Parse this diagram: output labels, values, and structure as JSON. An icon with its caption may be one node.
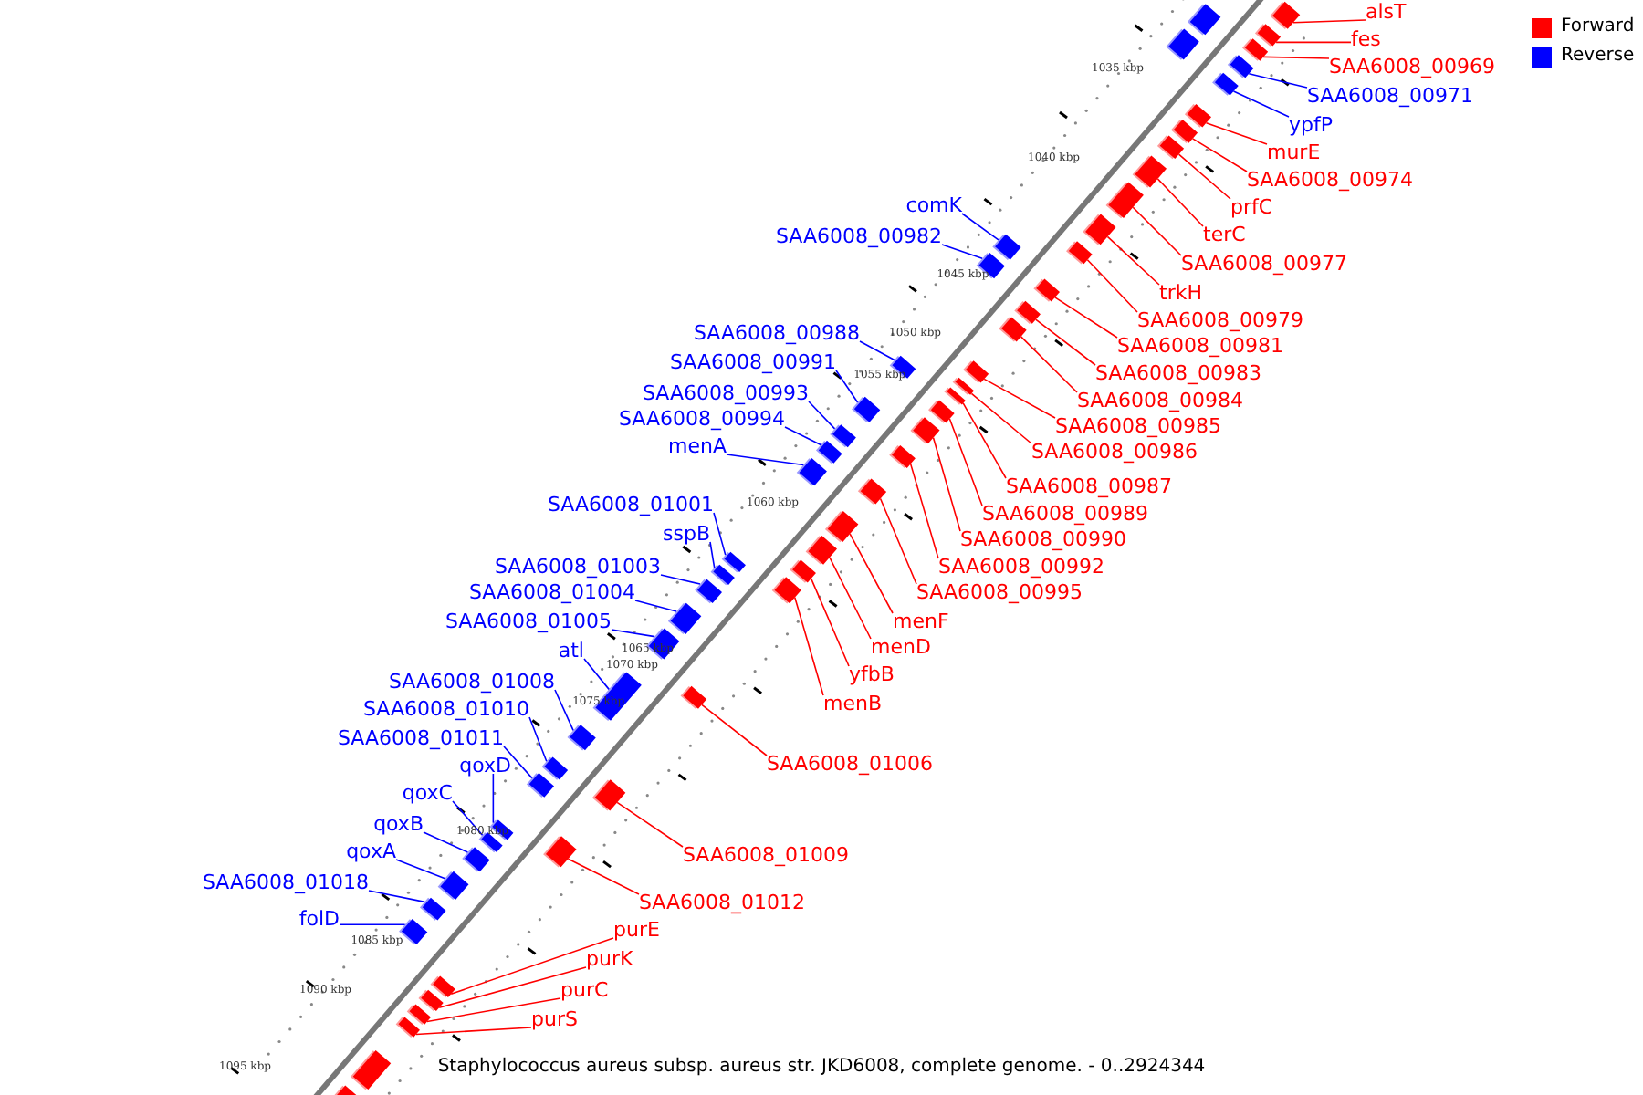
{
  "diagram": {
    "caption": "Staphylococcus aureus subsp. aureus str. JKD6008, complete genome. - 0..2924344",
    "nodes": [
      {
        "text": [
          "alsT"
        ]
      },
      {
        "text": [
          "fes"
        ]
      },
      {
        "text": [
          "SAA6008_00969"
        ]
      },
      {
        "text": [
          "SAA6008_00971"
        ]
      },
      {
        "text": [
          "ypfP"
        ]
      },
      {
        "text": [
          "murE"
        ]
      },
      {
        "text": [
          "SAA6008_00974"
        ]
      },
      {
        "text": [
          "comK"
        ]
      },
      {
        "text": [
          "prfC"
        ]
      },
      {
        "text": [
          "SAA6008_00982"
        ]
      },
      {
        "text": [
          "terC"
        ]
      },
      {
        "text": [
          "SAA6008_00977"
        ]
      },
      {
        "text": [
          "trkH"
        ]
      },
      {
        "text": [
          "SAA6008_00979"
        ]
      },
      {
        "text": [
          "SAA6008_00988"
        ]
      },
      {
        "text": [
          "SAA6008_00981"
        ]
      },
      {
        "text": [
          "SAA6008_00991"
        ]
      },
      {
        "text": [
          "SAA6008_00983"
        ]
      },
      {
        "text": [
          "SAA6008_00993"
        ]
      },
      {
        "text": [
          "SAA6008_00984"
        ]
      },
      {
        "text": [
          "SAA6008_00994"
        ]
      },
      {
        "text": [
          "SAA6008_00985"
        ]
      },
      {
        "text": [
          "menA"
        ]
      },
      {
        "text": [
          "SAA6008_00986"
        ]
      },
      {
        "text": [
          "SAA6008_00987"
        ]
      },
      {
        "text": [
          "SAA6008_01001"
        ]
      },
      {
        "text": [
          "SAA6008_00989"
        ]
      },
      {
        "text": [
          "sspB"
        ]
      },
      {
        "text": [
          "SAA6008_00990"
        ]
      },
      {
        "text": [
          "SAA6008_01003"
        ]
      },
      {
        "text": [
          "SAA6008_00992"
        ]
      },
      {
        "text": [
          "SAA6008_01004"
        ]
      },
      {
        "text": [
          "SAA6008_00995"
        ]
      },
      {
        "text": [
          "SAA6008_01005"
        ]
      },
      {
        "text": [
          "menF"
        ]
      },
      {
        "text": [
          "menD"
        ]
      },
      {
        "text": [
          "atl"
        ]
      },
      {
        "text": [
          "yfbB"
        ]
      },
      {
        "text": [
          "SAA6008_01008"
        ]
      },
      {
        "text": [
          "menB"
        ]
      },
      {
        "text": [
          "SAA6008_01010"
        ]
      },
      {
        "text": [
          "SAA6008_01011"
        ]
      },
      {
        "text": [
          "SAA6008_01006"
        ]
      },
      {
        "text": [
          "qoxD"
        ]
      },
      {
        "text": [
          "qoxC"
        ]
      },
      {
        "text": [
          "qoxB"
        ]
      },
      {
        "text": [
          "qoxA"
        ]
      },
      {
        "text": [
          "SAA6008_01009"
        ]
      },
      {
        "text": [
          "SAA6008_01018"
        ]
      },
      {
        "text": [
          "SAA6008_01012"
        ]
      },
      {
        "text": [
          "folD"
        ]
      },
      {
        "text": [
          "purE"
        ]
      },
      {
        "text": [
          "purK"
        ]
      },
      {
        "text": [
          "purC"
        ]
      },
      {
        "text": [
          "purS"
        ]
      },
      {
        "text": [],
        "shape": "bar"
      },
      {
        "text": [],
        "shape": "bar"
      },
      {
        "text": [],
        "shape": "bar"
      },
      {
        "text": [],
        "shape": "bar"
      },
      {
        "text": [],
        "shape": "bar"
      },
      {
        "text": [],
        "shape": "bar"
      },
      {
        "text": [],
        "shape": "bar"
      },
      {
        "text": [],
        "shape": "bar"
      },
      {
        "text": [],
        "shape": "bar"
      },
      {
        "text": [],
        "shape": "bar"
      },
      {
        "text": [],
        "shape": "bar"
      },
      {
        "text": [],
        "shape": "bar"
      },
      {
        "text": [],
        "shape": "bar"
      },
      {
        "text": [],
        "shape": "bar"
      },
      {
        "text": [],
        "shape": "bar"
      },
      {
        "text": [],
        "shape": "bar"
      },
      {
        "text": [],
        "shape": "bar"
      },
      {
        "text": [],
        "shape": "bar"
      },
      {
        "text": [],
        "shape": "bar"
      },
      {
        "text": [],
        "shape": "bar"
      },
      {
        "text": [],
        "shape": "bar"
      },
      {
        "text": [],
        "shape": "bar"
      },
      {
        "text": [],
        "shape": "bar"
      },
      {
        "text": [],
        "shape": "bar"
      },
      {
        "text": [],
        "shape": "bar"
      },
      {
        "text": [],
        "shape": "bar"
      },
      {
        "text": [],
        "shape": "bar"
      },
      {
        "text": [],
        "shape": "bar"
      },
      {
        "text": [],
        "shape": "bar"
      },
      {
        "text": [],
        "shape": "bar"
      },
      {
        "text": [],
        "shape": "bar"
      },
      {
        "text": [],
        "shape": "bar"
      },
      {
        "text": [],
        "shape": "bar"
      },
      {
        "text": [],
        "shape": "bar"
      },
      {
        "text": [],
        "shape": "bar"
      },
      {
        "text": [],
        "shape": "bar"
      },
      {
        "text": [],
        "shape": "bar"
      },
      {
        "text": [],
        "shape": "bar"
      },
      {
        "text": [],
        "shape": "bar"
      },
      {
        "text": [],
        "shape": "bar"
      },
      {
        "text": [],
        "shape": "bar"
      },
      {
        "text": [],
        "shape": "bar"
      },
      {
        "text": [],
        "shape": "bar"
      },
      {
        "text": [],
        "shape": "bar"
      },
      {
        "text": [],
        "shape": "bar"
      },
      {
        "text": [],
        "shape": "bar"
      },
      {
        "text": [],
        "shape": "bar"
      },
      {
        "text": [],
        "shape": "bar"
      },
      {
        "text": [],
        "shape": "bar"
      },
      {
        "text": [],
        "shape": "bar"
      },
      {
        "text": [],
        "shape": "bar"
      },
      {
        "text": [],
        "shape": "bar"
      },
      {
        "text": [],
        "shape": "bar"
      },
      {
        "text": [],
        "shape": "bar"
      },
      {
        "text": [],
        "shape": "bar"
      },
      {
        "text": [],
        "shape": "bar"
      },
      {
        "text": [],
        "shape": "bar"
      },
      {
        "text": [],
        "shape": "bar"
      },
      {
        "text": [],
        "shape": "bar"
      }
    ],
    "edges": [
      {
        "from": 0,
        "to": 55,
        "arrow": "none"
      },
      {
        "from": 1,
        "to": 56,
        "arrow": "none"
      },
      {
        "from": 2,
        "to": 57,
        "arrow": "none"
      },
      {
        "from": 3,
        "to": 58,
        "arrow": "none",
        "color": "#0000ff"
      },
      {
        "from": 4,
        "to": 59,
        "arrow": "none",
        "color": "#0000ff"
      },
      {
        "from": 5,
        "to": 60,
        "arrow": "none"
      },
      {
        "from": 6,
        "to": 61,
        "arrow": "none"
      },
      {
        "from": 7,
        "to": 62,
        "arrow": "none",
        "color": "#0000ff"
      },
      {
        "from": 8,
        "to": 63,
        "arrow": "none"
      },
      {
        "from": 9,
        "to": 64,
        "arrow": "none",
        "color": "#0000ff"
      },
      {
        "from": 10,
        "to": 65,
        "arrow": "none"
      },
      {
        "from": 11,
        "to": 66,
        "arrow": "none"
      },
      {
        "from": 12,
        "to": 67,
        "arrow": "none"
      },
      {
        "from": 13,
        "to": 68,
        "arrow": "none"
      },
      {
        "from": 14,
        "to": 69,
        "arrow": "none",
        "color": "#0000ff"
      },
      {
        "from": 15,
        "to": 70,
        "arrow": "none"
      },
      {
        "from": 16,
        "to": 71,
        "arrow": "none",
        "color": "#0000ff"
      },
      {
        "from": 17,
        "to": 72,
        "arrow": "none"
      },
      {
        "from": 18,
        "to": 73,
        "arrow": "none",
        "color": "#0000ff"
      },
      {
        "from": 19,
        "to": 74,
        "arrow": "none"
      },
      {
        "from": 20,
        "to": 75,
        "arrow": "none",
        "color": "#0000ff"
      },
      {
        "from": 21,
        "to": 76,
        "arrow": "none"
      },
      {
        "from": 22,
        "to": 77,
        "arrow": "none",
        "color": "#0000ff"
      },
      {
        "from": 23,
        "to": 78,
        "arrow": "none"
      },
      {
        "from": 24,
        "to": 79,
        "arrow": "none"
      },
      {
        "from": 25,
        "to": 80,
        "arrow": "none",
        "color": "#0000ff"
      },
      {
        "from": 26,
        "to": 81,
        "arrow": "none"
      },
      {
        "from": 27,
        "to": 82,
        "arrow": "none",
        "color": "#0000ff"
      },
      {
        "from": 28,
        "to": 83,
        "arrow": "none"
      },
      {
        "from": 29,
        "to": 84,
        "arrow": "none",
        "color": "#0000ff"
      },
      {
        "from": 30,
        "to": 85,
        "arrow": "none"
      },
      {
        "from": 31,
        "to": 86,
        "arrow": "none",
        "color": "#0000ff"
      },
      {
        "from": 32,
        "to": 87,
        "arrow": "none"
      },
      {
        "from": 33,
        "to": 88,
        "arrow": "none",
        "color": "#0000ff"
      },
      {
        "from": 34,
        "to": 89,
        "arrow": "none"
      },
      {
        "from": 35,
        "to": 90,
        "arrow": "none"
      },
      {
        "from": 36,
        "to": 91,
        "arrow": "none",
        "color": "#0000ff"
      },
      {
        "from": 37,
        "to": 92,
        "arrow": "none"
      },
      {
        "from": 38,
        "to": 93,
        "arrow": "none",
        "color": "#0000ff"
      },
      {
        "from": 39,
        "to": 94,
        "arrow": "none"
      },
      {
        "from": 40,
        "to": 95,
        "arrow": "none",
        "color": "#0000ff"
      },
      {
        "from": 41,
        "to": 96,
        "arrow": "none",
        "color": "#0000ff"
      },
      {
        "from": 42,
        "to": 97,
        "arrow": "none"
      },
      {
        "from": 43,
        "to": 98,
        "arrow": "none",
        "color": "#0000ff"
      },
      {
        "from": 44,
        "to": 99,
        "arrow": "none",
        "color": "#0000ff"
      },
      {
        "from": 45,
        "to": 100,
        "arrow": "none",
        "color": "#0000ff"
      },
      {
        "from": 46,
        "to": 101,
        "arrow": "none",
        "color": "#0000ff"
      },
      {
        "from": 47,
        "to": 102,
        "arrow": "none"
      },
      {
        "from": 48,
        "to": 103,
        "arrow": "none",
        "color": "#0000ff"
      },
      {
        "from": 49,
        "to": 104,
        "arrow": "none"
      },
      {
        "from": 50,
        "to": 105,
        "arrow": "none",
        "color": "#0000ff"
      },
      {
        "from": 51,
        "to": 106,
        "arrow": "none"
      },
      {
        "from": 52,
        "to": 107,
        "arrow": "none"
      },
      {
        "from": 53,
        "to": 108,
        "arrow": "none"
      },
      {
        "from": 54,
        "to": 109,
        "arrow": "none"
      }
    ],
    "labels": [
      "1035 kbp",
      "1040 kbp",
      "1045 kbp",
      "1050 kbp",
      "1055 kbp",
      "1060 kbp",
      "1065 kbp",
      "1070 kbp",
      "1075 kbp",
      "1080 kbp",
      "1085 kbp",
      "1090 kbp",
      "1095 kbp"
    ],
    "legend": [
      {
        "text": "Forward",
        "color": "#ff0000"
      },
      {
        "text": "Reverse",
        "color": "#0000ff"
      }
    ]
  }
}
